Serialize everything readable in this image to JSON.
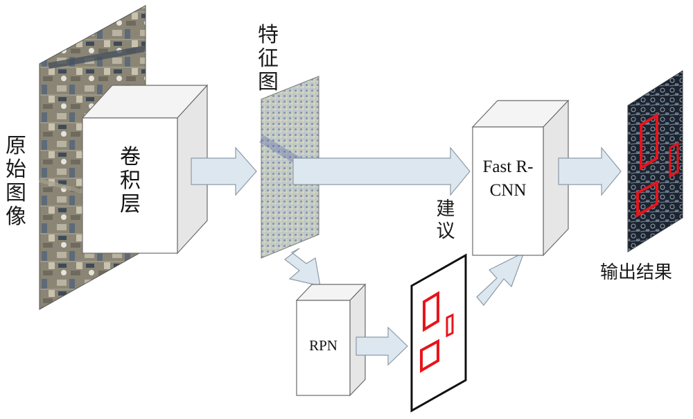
{
  "labels": {
    "original_image": "原始图像",
    "conv_layer": "卷积层",
    "feature_map": "特征图",
    "fast_rcnn": "Fast R-CNN",
    "proposals": "建议",
    "rpn": "RPN",
    "output": "输出结果"
  },
  "colors": {
    "arrow_fill": "#dde7f0",
    "arrow_stroke": "#8c9aa8",
    "box_front": "#ffffff",
    "box_side": "#e8e8e8",
    "box_stroke": "#6a6a6a",
    "detection_red": "#e8141b"
  }
}
